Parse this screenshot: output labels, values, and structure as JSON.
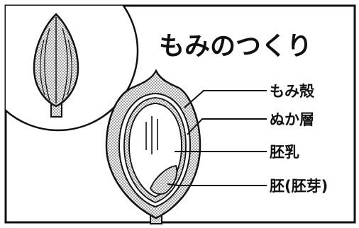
{
  "diagram": {
    "title": "もみのつくり",
    "labels": {
      "husk": "もみ殻",
      "bran_layer": "ぬか層",
      "endosperm": "胚乳",
      "embryo": "胚(胚芽)"
    }
  }
}
